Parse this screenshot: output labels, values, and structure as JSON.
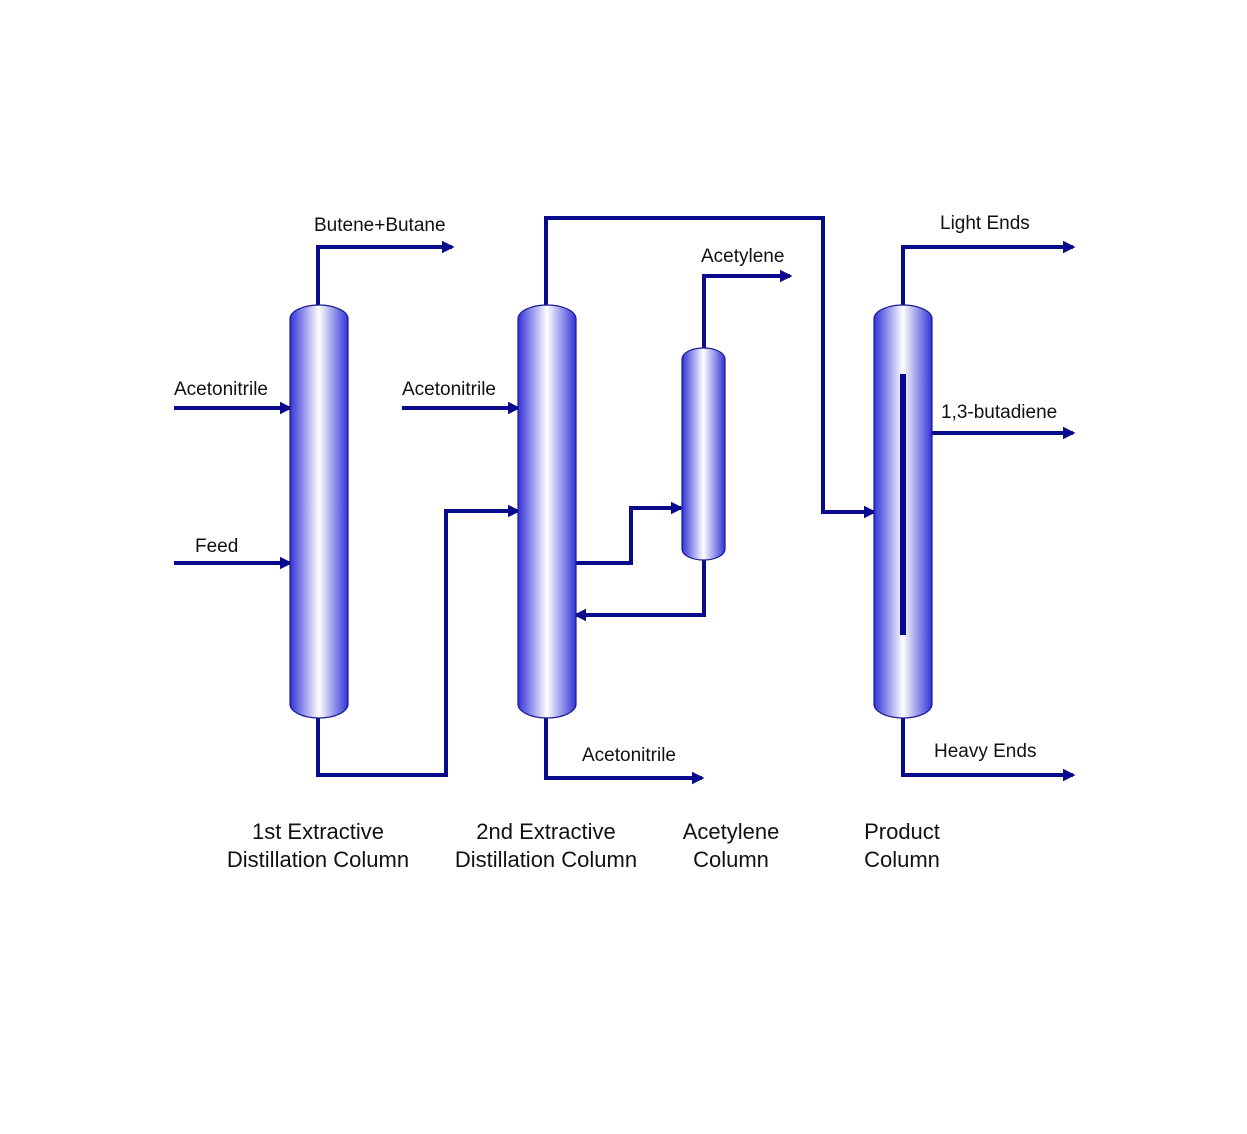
{
  "diagram": {
    "colors": {
      "pipe": "#0a0a8c",
      "vessel_dark": "#3232d8",
      "vessel_light": "#ffffff",
      "text": "#111111"
    },
    "streams": {
      "c1_overhead": "Butene+Butane",
      "c1_solvent": "Acetonitrile",
      "c1_feed": "Feed",
      "c2_solvent": "Acetonitrile",
      "c2_bottoms": "Acetonitrile",
      "c3_overhead": "Acetylene",
      "c4_overhead": "Light Ends",
      "c4_side": "1,3-butadiene",
      "c4_bottoms": "Heavy Ends"
    },
    "columns": [
      {
        "line1": "1st Extractive",
        "line2": "Distillation Column"
      },
      {
        "line1": "2nd Extractive",
        "line2": "Distillation Column"
      },
      {
        "line1": "Acetylene",
        "line2": "Column"
      },
      {
        "line1": "Product",
        "line2": "Column"
      }
    ]
  }
}
